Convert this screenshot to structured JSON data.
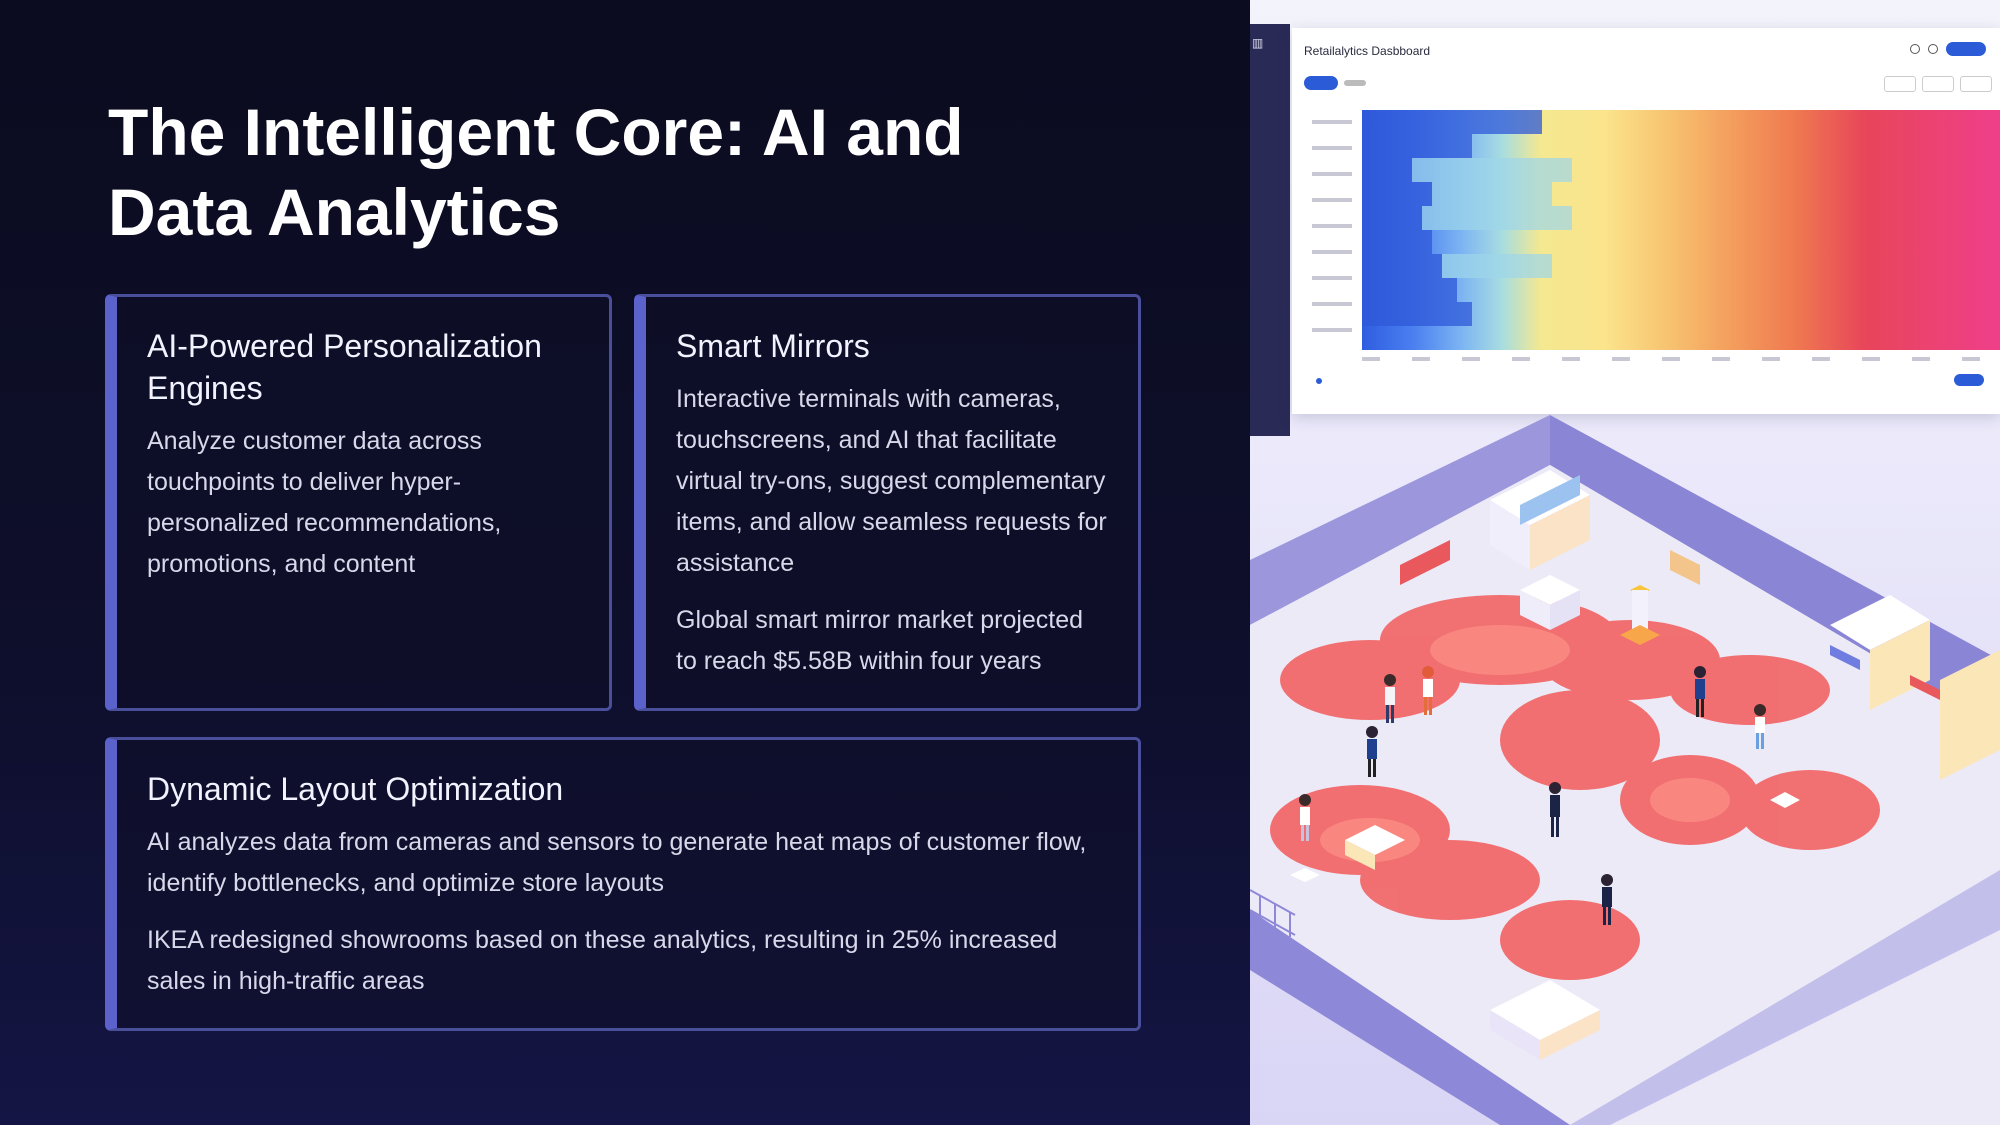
{
  "slide": {
    "title": "The Intelligent Core: AI and Data Analytics"
  },
  "cards": [
    {
      "heading": "AI-Powered Personalization Engines",
      "paragraphs": [
        "Analyze customer data across touchpoints to deliver hyper-personalized recommendations, promotions, and content"
      ]
    },
    {
      "heading": "Smart Mirrors",
      "paragraphs": [
        "Interactive terminals with cameras, touchscreens, and AI that facilitate virtual try-ons, suggest complementary items, and allow seamless requests for assistance",
        "Global smart mirror market projected to reach $5.58B within four years"
      ]
    },
    {
      "heading": "Dynamic Layout Optimization",
      "paragraphs": [
        "AI analyzes data from cameras and sensors to generate heat maps of customer flow, identify bottlenecks, and optimize store layouts",
        "IKEA redesigned showrooms based on these analytics, resulting in 25% increased sales in high-traffic areas"
      ]
    }
  ],
  "illustration": {
    "dashboard_title": "Retailalytics  Dasbboard",
    "colors": {
      "accent": "#5b62cc",
      "card_border": "#4a4f9c",
      "heat_hot": "#f05a5a",
      "floor": "#eceaf7"
    }
  }
}
